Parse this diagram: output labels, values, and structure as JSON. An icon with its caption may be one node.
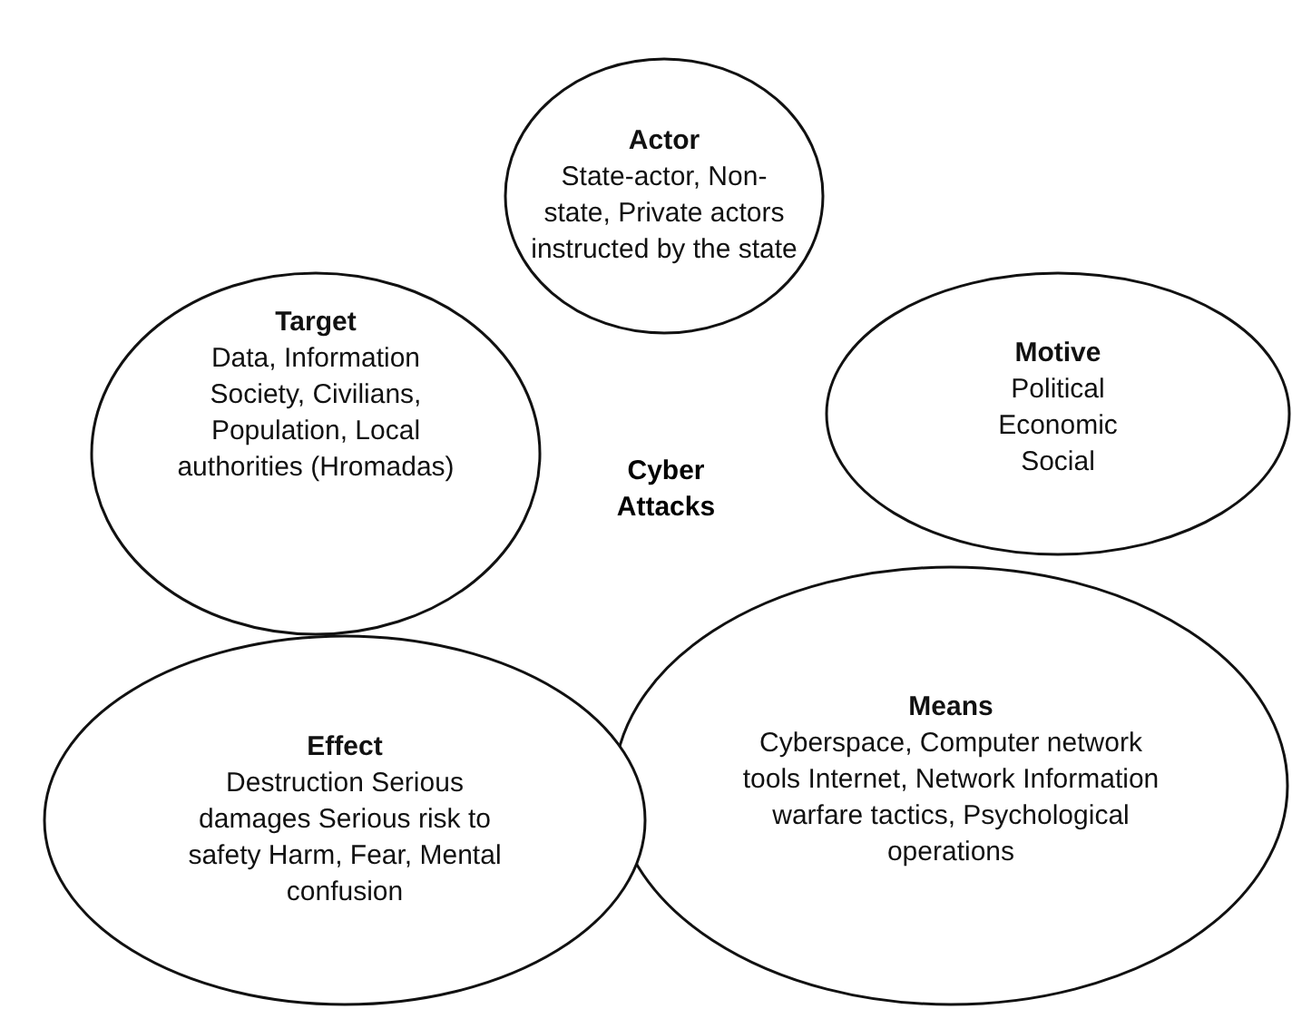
{
  "diagram": {
    "nodes": [
      {
        "text": [
          "Actor",
          "State-actor, Non-state, Private actors instructed by the state"
        ]
      },
      {
        "text": [
          "Target",
          "Data, Information Society, Civilians, Population, Local authorities (Hromadas)"
        ]
      },
      {
        "text": [
          "Motive",
          "Political Economic Social"
        ]
      },
      {
        "text": [
          "Means",
          "Cyberspace, Computer network tools Internet, Network Information warfare tactics, Psychological operations"
        ]
      },
      {
        "text": [
          "Effect",
          "Destruction Serious damages Serious risk to safety Harm, Fear, Mental confusion"
        ]
      }
    ],
    "labels": [
      "Cyber Attacks"
    ]
  }
}
